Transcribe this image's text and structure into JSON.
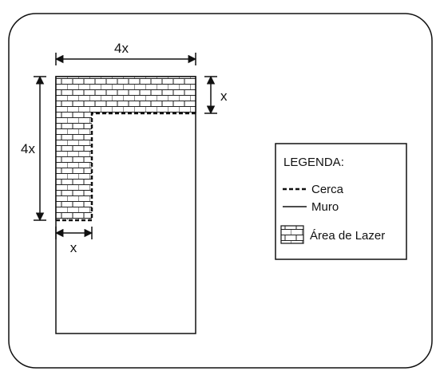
{
  "dimensions": {
    "top_width": "4x",
    "left_height": "4x",
    "right_height": "x",
    "bottom_width": "x"
  },
  "legend": {
    "title": "LEGENDA:",
    "items": [
      {
        "label": "Cerca",
        "style": "dashed"
      },
      {
        "label": "Muro",
        "style": "solid"
      },
      {
        "label": "Área de Lazer",
        "style": "brick"
      }
    ]
  },
  "colors": {
    "line": "#111111",
    "background": "#ffffff"
  }
}
